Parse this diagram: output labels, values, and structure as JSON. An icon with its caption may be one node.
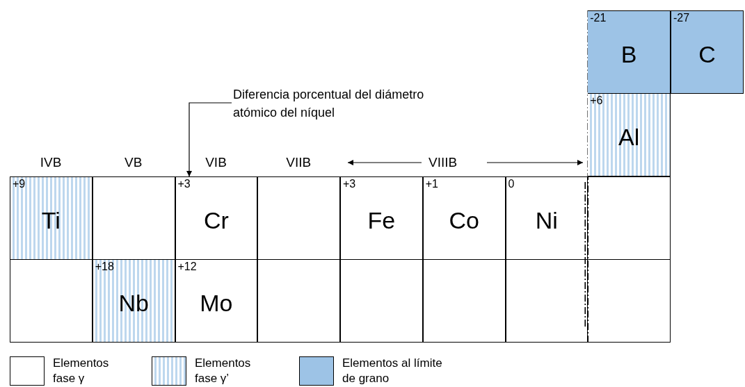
{
  "diagram": {
    "nodes": [
      {
        "text": [
          "-21",
          "B"
        ]
      },
      {
        "text": [
          "-27",
          "C"
        ]
      },
      {
        "text": [
          "Diferencia porcentual del diámetro atómico del níquel"
        ]
      },
      {
        "text": [
          "+6",
          "Al"
        ]
      },
      {
        "text": [
          "+9",
          "Ti"
        ]
      },
      {
        "text": [],
        "shape": "box"
      },
      {
        "text": [
          "+3",
          "Cr"
        ]
      },
      {
        "text": [],
        "shape": "box"
      },
      {
        "text": [
          "+3",
          "Fe"
        ]
      },
      {
        "text": [
          "+1",
          "Co"
        ]
      },
      {
        "text": [
          "0",
          "Ni"
        ]
      },
      {
        "text": [],
        "shape": "box"
      },
      {
        "text": [],
        "shape": "box"
      },
      {
        "text": [
          "+18",
          "Nb"
        ]
      },
      {
        "text": [
          "+12",
          "Mo"
        ]
      },
      {
        "text": [],
        "shape": "box"
      },
      {
        "text": [],
        "shape": "box"
      },
      {
        "text": [],
        "shape": "box"
      },
      {
        "text": [],
        "shape": "box"
      },
      {
        "text": [],
        "shape": "box"
      }
    ],
    "edges": [
      {
        "from": 2,
        "to": 6,
        "arrow": "to"
      }
    ],
    "labels": [
      "IVB",
      "VB",
      "VIB",
      "VIIB",
      "VIIIB"
    ],
    "legend": [
      {
        "text": "Elementos fase γ",
        "color": "#ffffff"
      },
      {
        "text": "Elementos fase γ’"
      },
      {
        "text": "Elementos al límite de grano",
        "color": "#9dc3e6"
      }
    ]
  }
}
